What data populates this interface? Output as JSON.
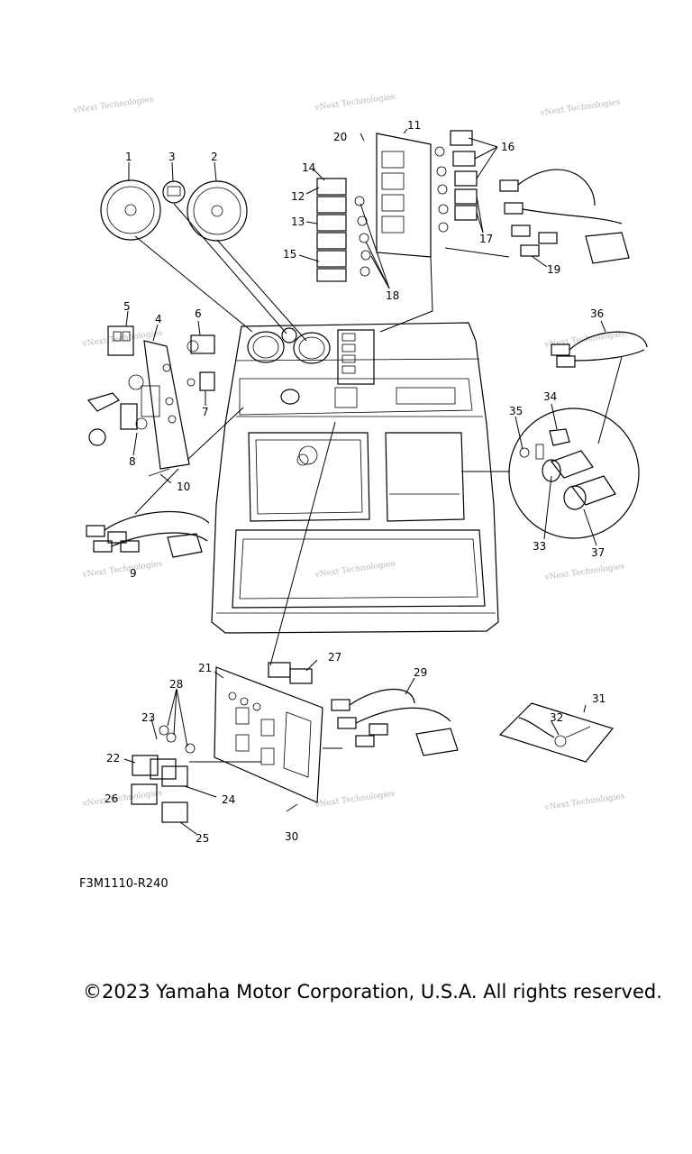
{
  "watermark": "vNext Technologies",
  "parts": [
    {
      "label": "1"
    },
    {
      "label": "2"
    },
    {
      "label": "3"
    },
    {
      "label": "4"
    },
    {
      "label": "5"
    },
    {
      "label": "6"
    },
    {
      "label": "7"
    },
    {
      "label": "8"
    },
    {
      "label": "9"
    },
    {
      "label": "10"
    },
    {
      "label": "11"
    },
    {
      "label": "12"
    },
    {
      "label": "13"
    },
    {
      "label": "14"
    },
    {
      "label": "15"
    },
    {
      "label": "16"
    },
    {
      "label": "17"
    },
    {
      "label": "18"
    },
    {
      "label": "19"
    },
    {
      "label": "20"
    },
    {
      "label": "21"
    },
    {
      "label": "22"
    },
    {
      "label": "23"
    },
    {
      "label": "24"
    },
    {
      "label": "25"
    },
    {
      "label": "26"
    },
    {
      "label": "27"
    },
    {
      "label": "28"
    },
    {
      "label": "29"
    },
    {
      "label": "30"
    },
    {
      "label": "31"
    },
    {
      "label": "32"
    },
    {
      "label": "33"
    },
    {
      "label": "34"
    },
    {
      "label": "35"
    },
    {
      "label": "36"
    },
    {
      "label": "37"
    }
  ],
  "diagram_code": "F3M1110-R240",
  "copyright": "©2023 Yamaha Motor Corporation, U.S.A. All rights reserved."
}
